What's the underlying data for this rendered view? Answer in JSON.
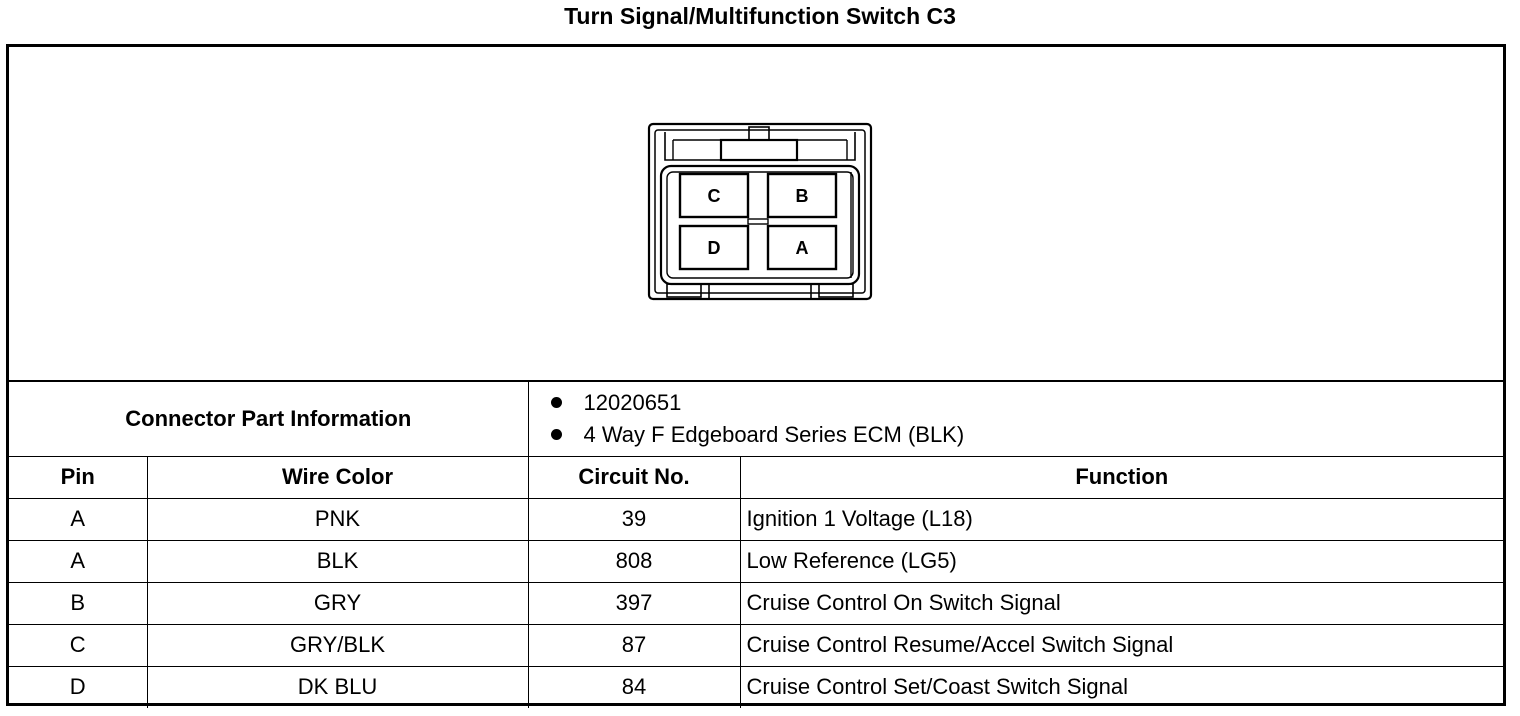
{
  "title": "Turn Signal/Multifunction Switch C3",
  "connector": {
    "pins": {
      "top_left": "C",
      "top_right": "B",
      "bottom_left": "D",
      "bottom_right": "A"
    }
  },
  "part_info": {
    "label": "Connector Part Information",
    "items": [
      "12020651",
      "4 Way F Edgeboard Series ECM (BLK)"
    ]
  },
  "table": {
    "headers": {
      "pin": "Pin",
      "wire_color": "Wire Color",
      "circuit": "Circuit No.",
      "function": "Function"
    },
    "rows": [
      {
        "pin": "A",
        "wire_color": "PNK",
        "circuit": "39",
        "function": "Ignition 1 Voltage (L18)"
      },
      {
        "pin": "A",
        "wire_color": "BLK",
        "circuit": "808",
        "function": "Low Reference (LG5)"
      },
      {
        "pin": "B",
        "wire_color": "GRY",
        "circuit": "397",
        "function": "Cruise Control On Switch Signal"
      },
      {
        "pin": "C",
        "wire_color": "GRY/BLK",
        "circuit": "87",
        "function": "Cruise Control Resume/Accel Switch Signal"
      },
      {
        "pin": "D",
        "wire_color": "DK BLU",
        "circuit": "84",
        "function": "Cruise Control Set/Coast Switch Signal"
      }
    ]
  }
}
